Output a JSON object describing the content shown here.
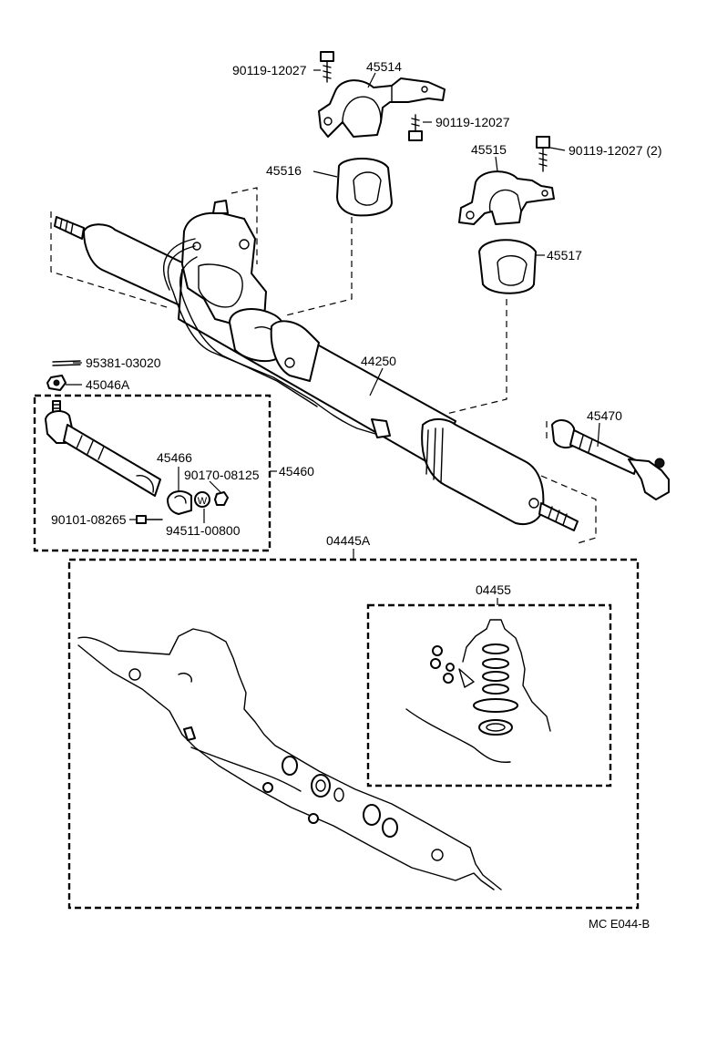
{
  "labels": {
    "bolt_top_left": "90119-12027",
    "bracket_upper": "45514",
    "bolt_mid": "90119-12027",
    "bracket_lower": "45515",
    "bolt_right": "90119-12027 (2)",
    "grommet_left": "45516",
    "grommet_right": "45517",
    "rack_assembly": "44250",
    "cotter_pin": "95381-03020",
    "nut": "45046A",
    "tie_rod_kit": "45460",
    "clamp": "45466",
    "clamp_nut": "90170-08125",
    "clamp_bolt": "90101-08265",
    "washer": "94511-00800",
    "tie_rod_right": "45470",
    "gasket_kit": "04445A",
    "valve_kit": "04455",
    "diagram_code": "MC  E044-B",
    "washer_mark": "W"
  }
}
